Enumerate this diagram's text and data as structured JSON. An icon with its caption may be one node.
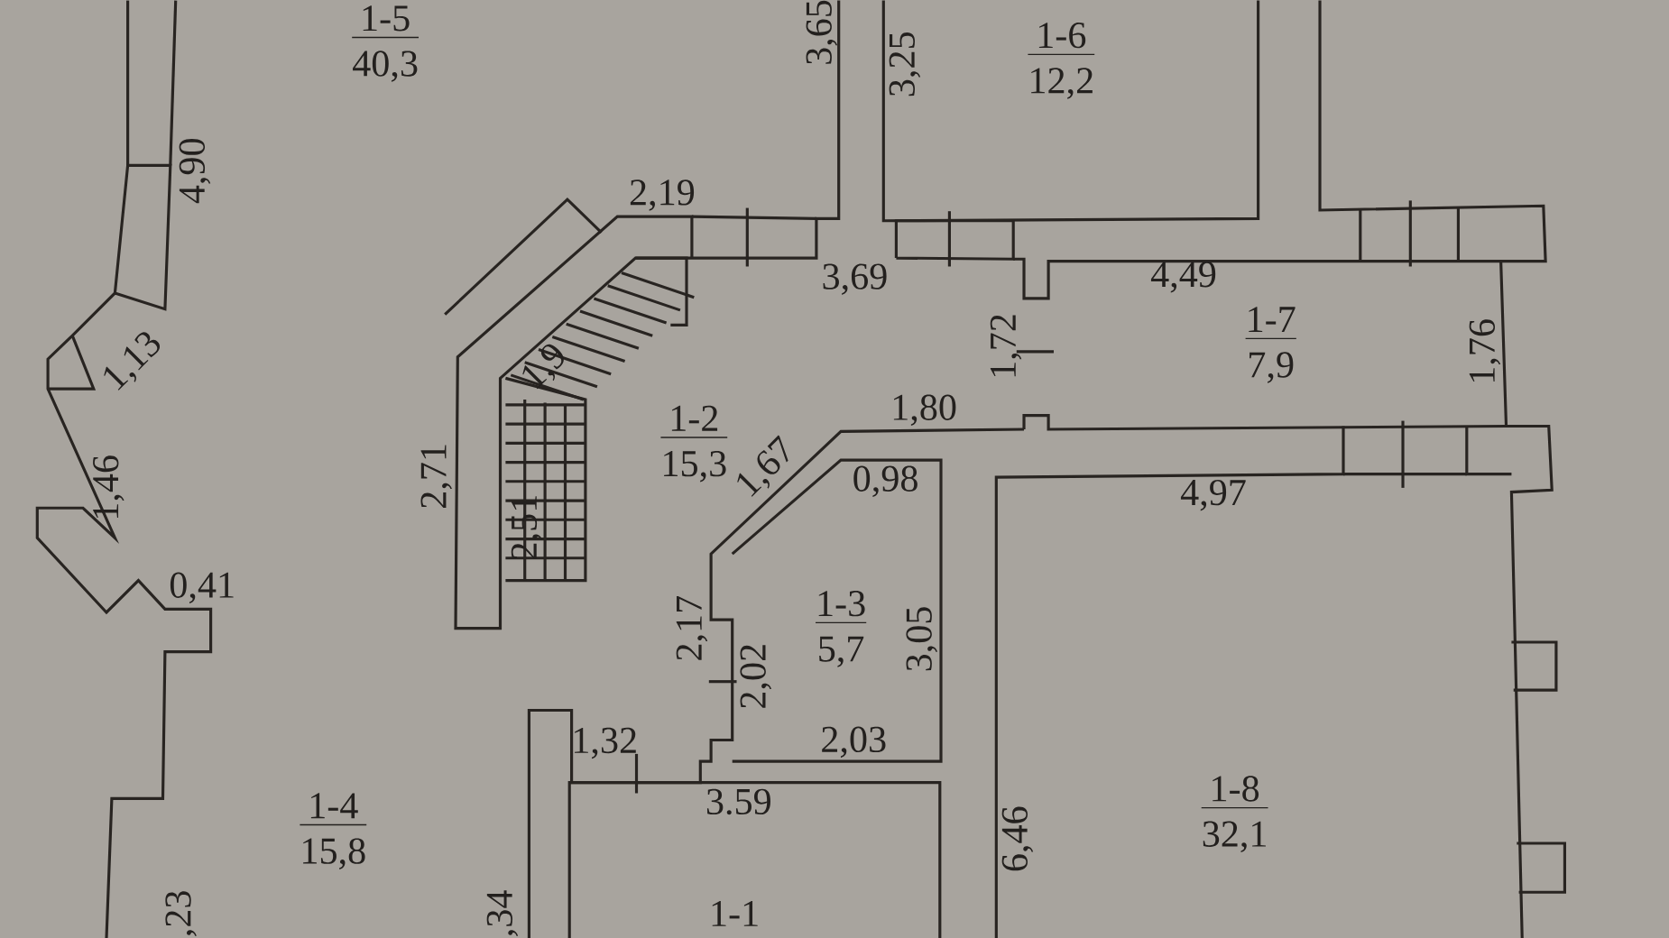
{
  "diagram": {
    "nodes": [
      {
        "text": [
          "1-5",
          "40,3"
        ]
      },
      {
        "text": [
          "1-6",
          "12,2"
        ]
      },
      {
        "text": [
          "1-7",
          "7,9"
        ]
      },
      {
        "text": [
          "1-2",
          "15,3"
        ]
      },
      {
        "text": [
          "1-3",
          "5,7"
        ]
      },
      {
        "text": [
          "1-4",
          "15,8"
        ]
      },
      {
        "text": [
          "1-8",
          "32,1"
        ]
      },
      {
        "text": [
          "1-1"
        ]
      }
    ],
    "labels": [
      "3,65",
      "3,25",
      "4,90",
      "2,19",
      "3,69",
      "4,49",
      "1,13",
      "1,9",
      "1,72",
      "1,76",
      "1,80",
      "1,46",
      "2,71",
      "1,67",
      "0,98",
      "4,97",
      "2,51",
      "0,41",
      "2,17",
      "3,05",
      "2,02",
      "1,32",
      "2,03",
      "3.59",
      "6,46",
      ",23",
      ",34"
    ]
  }
}
